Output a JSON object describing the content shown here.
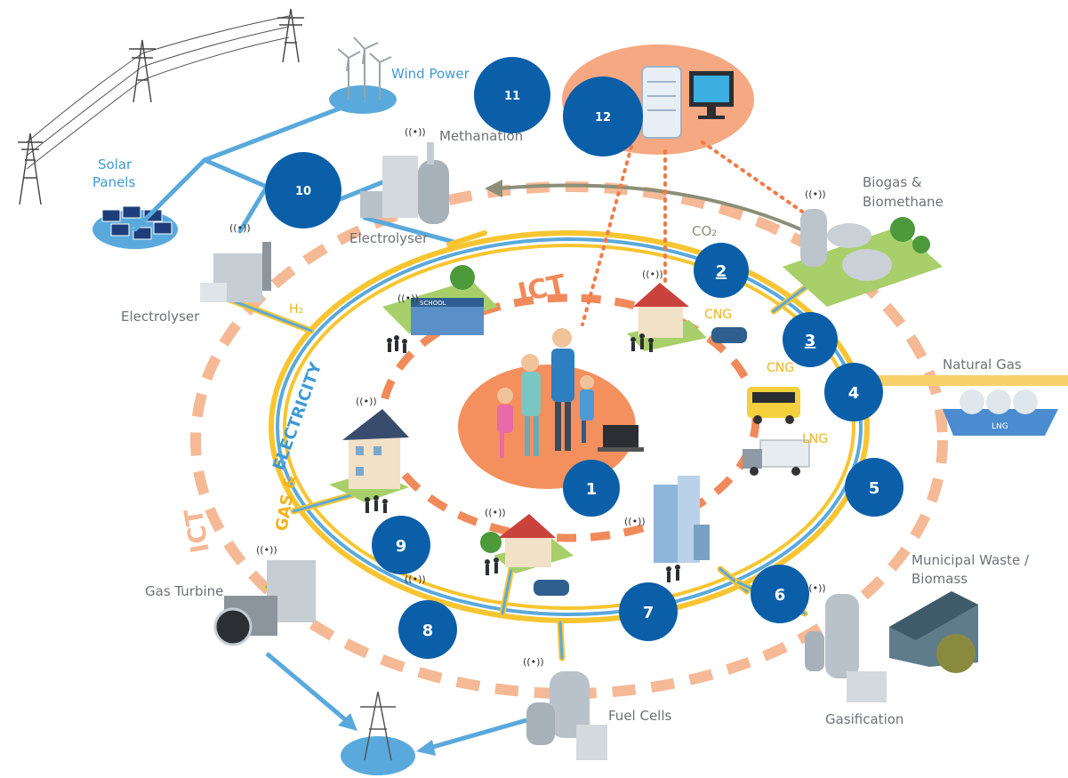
{
  "labels": {
    "wind_power": "Wind Power",
    "solar_panels_1": "Solar",
    "solar_panels_2": "Panels",
    "methanation": "Methanation",
    "electrolyser_top": "Electrolyser",
    "electrolyser_left": "Electrolyser",
    "biogas_1": "Biogas &",
    "biogas_2": "Biomethane",
    "co2": "CO₂",
    "h2": "H₂",
    "natural_gas": "Natural Gas",
    "lng_ship": "LNG",
    "cng_1": "CNG",
    "cng_2": "CNG",
    "lng": "LNG",
    "municipal_1": "Municipal Waste /",
    "municipal_2": "Biomass",
    "gasification": "Gasification",
    "fuel_cells": "Fuel Cells",
    "gas_turbine": "Gas Turbine",
    "ict_inner": "ICT",
    "ict_outer": "ICT",
    "gas_word": "GAS &",
    "electricity_word": "ELECTRICITY",
    "school": "SCHOOL",
    "wireless_symbol": "((•))"
  },
  "markers": [
    "1",
    "2",
    "3",
    "4",
    "5",
    "6",
    "7",
    "8",
    "9",
    "10",
    "11",
    "12"
  ],
  "colors": {
    "marker_blue": "#0a5fa8",
    "pipe_blue": "#5aa9dc",
    "pipe_yellow": "#f7c531",
    "ict_orange": "#f5a47c",
    "center_orange": "#f4905e",
    "text_gray": "#6d7276"
  }
}
